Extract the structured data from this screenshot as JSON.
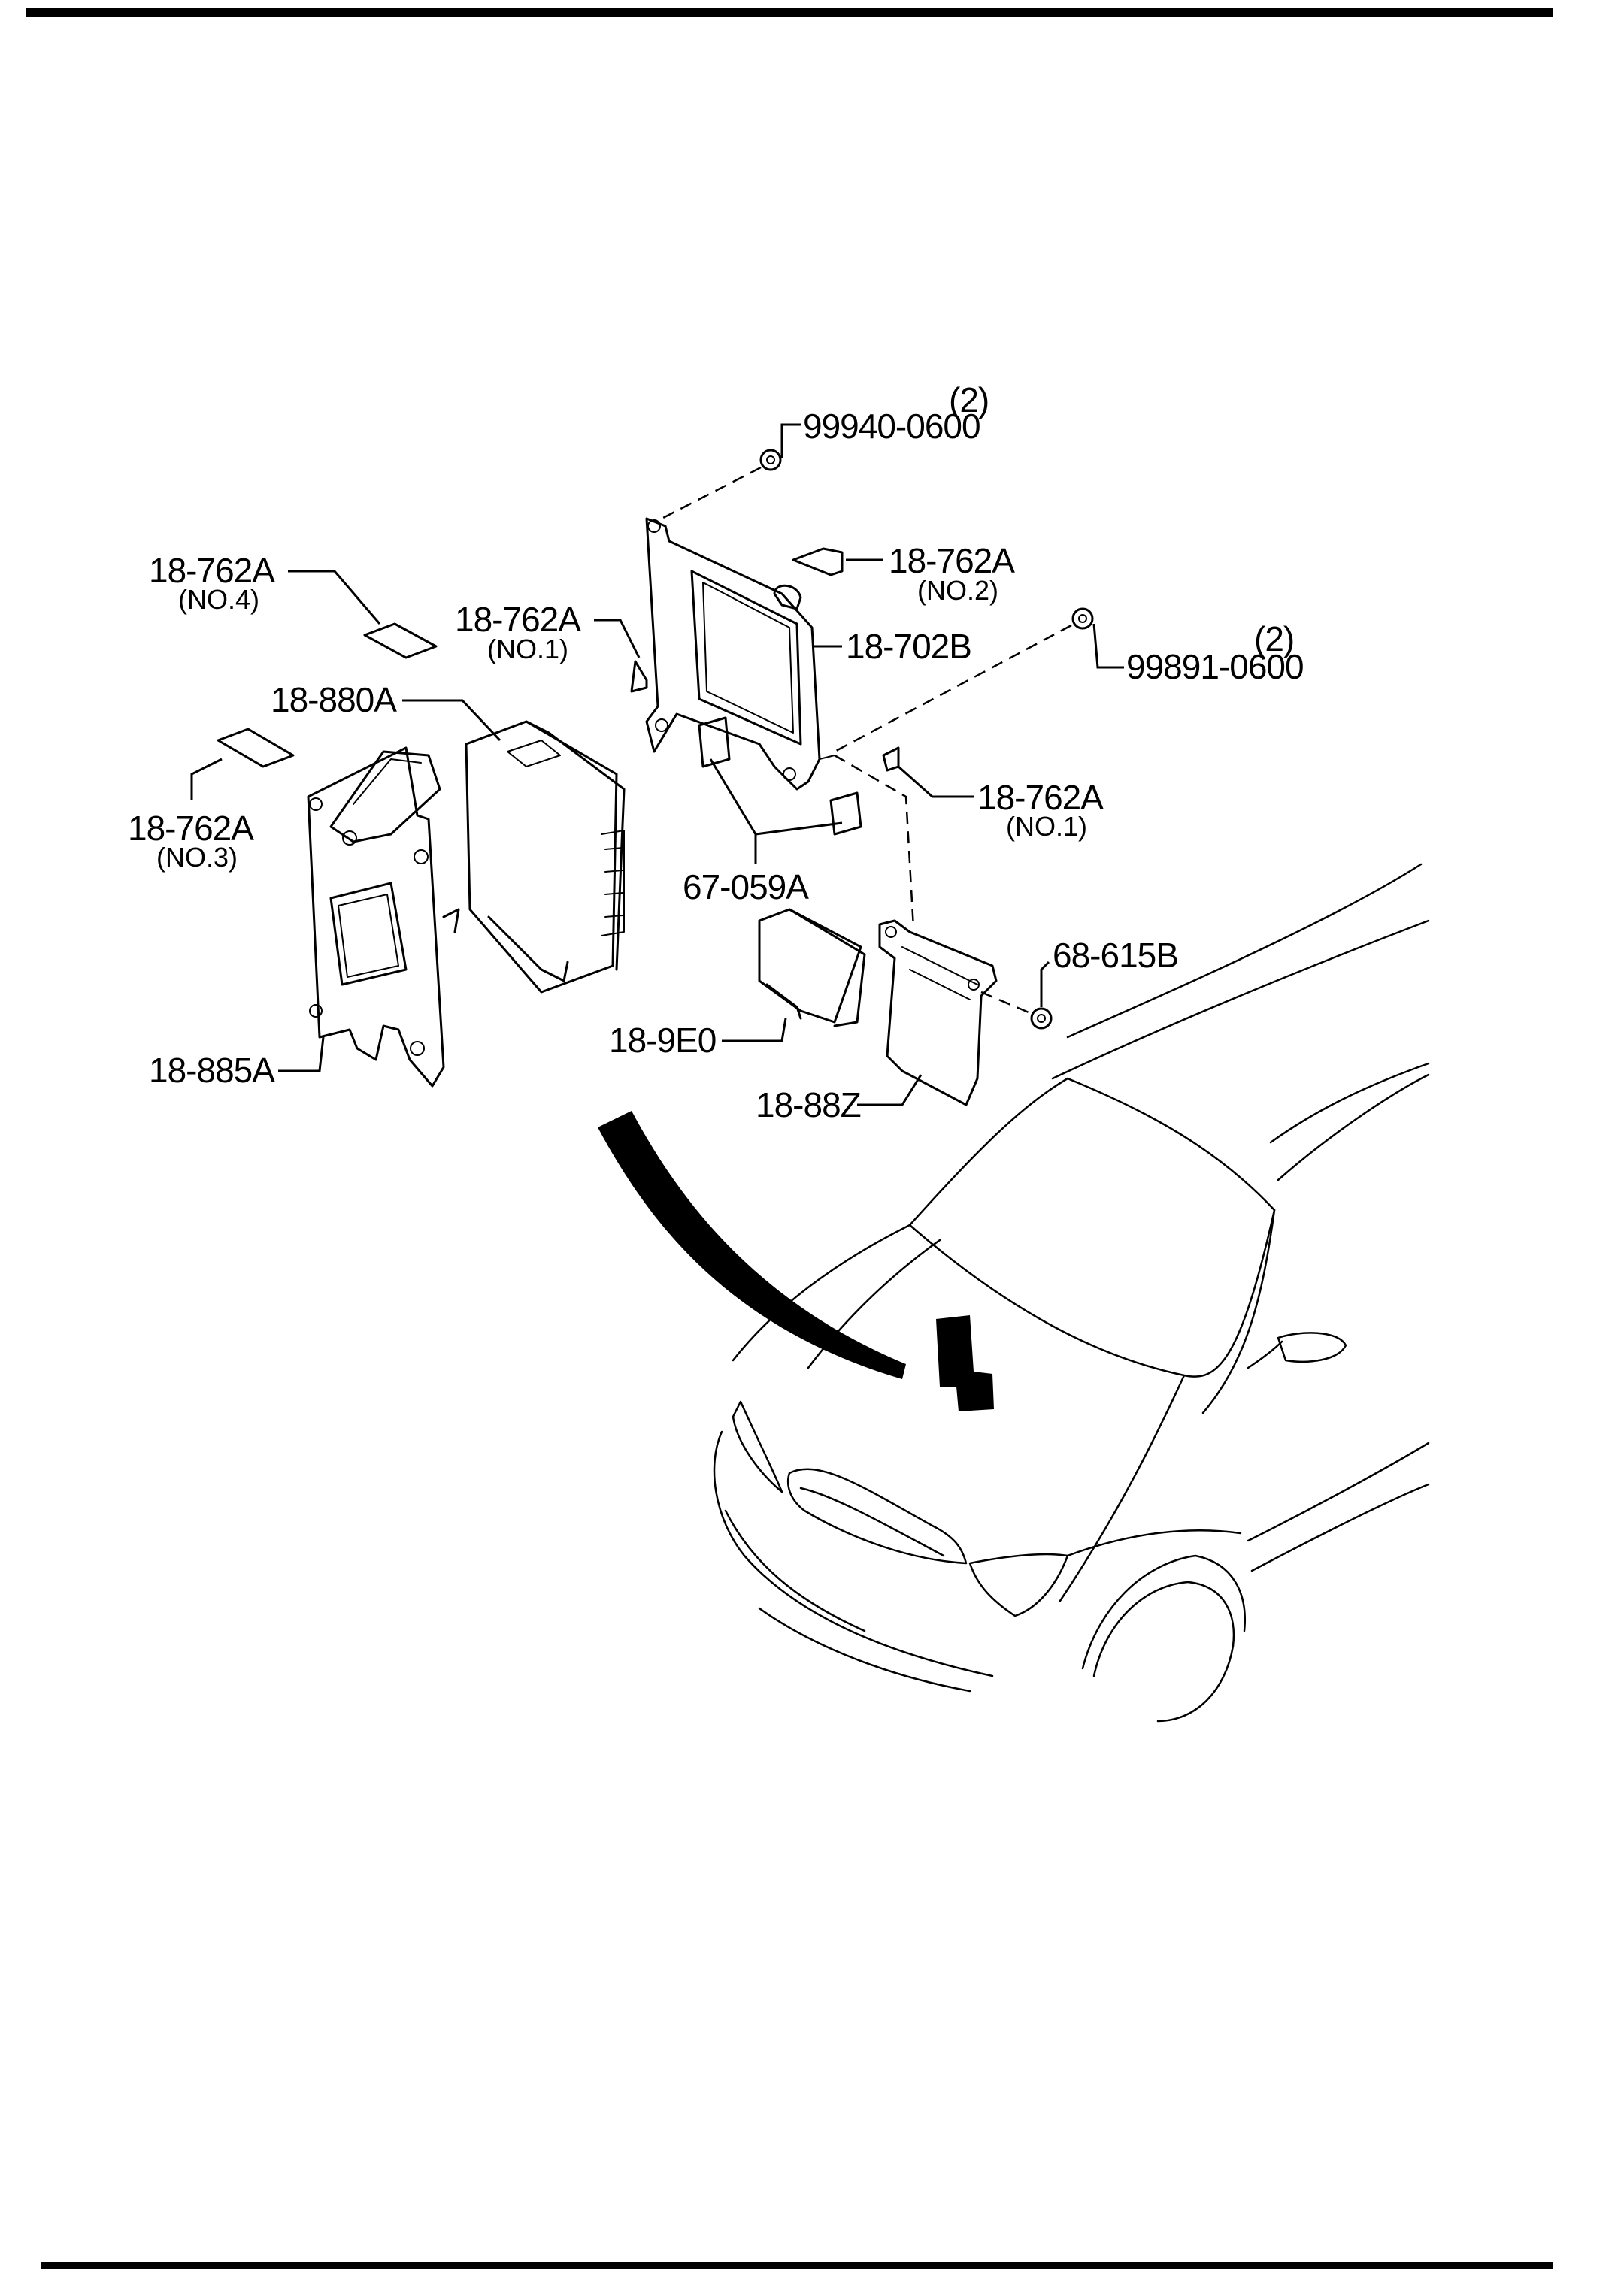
{
  "labels": {
    "nut_top": {
      "number": "99940-0600",
      "qty": "(2)"
    },
    "nut_right": {
      "number": "99891-0600",
      "qty": "(2)"
    },
    "tape_no4": {
      "number": "18-762A",
      "sub": "(NO.4)"
    },
    "tape_no1_upper": {
      "number": "18-762A",
      "sub": "(NO.1)"
    },
    "tape_no2": {
      "number": "18-762A",
      "sub": "(NO.2)"
    },
    "bracket_702b": {
      "number": "18-702B"
    },
    "module_880a": {
      "number": "18-880A"
    },
    "tape_no1_right": {
      "number": "18-762A",
      "sub": "(NO.1)"
    },
    "tape_no3": {
      "number": "18-762A",
      "sub": "(NO.3)"
    },
    "pad_059a": {
      "number": "67-059A"
    },
    "bolt_615b": {
      "number": "68-615B"
    },
    "unit_9e0": {
      "number": "18-9E0"
    },
    "bracket_885a": {
      "number": "18-885A"
    },
    "bracket_88z": {
      "number": "18-88Z"
    }
  },
  "colors": {
    "line": "#000000",
    "background": "#ffffff"
  }
}
